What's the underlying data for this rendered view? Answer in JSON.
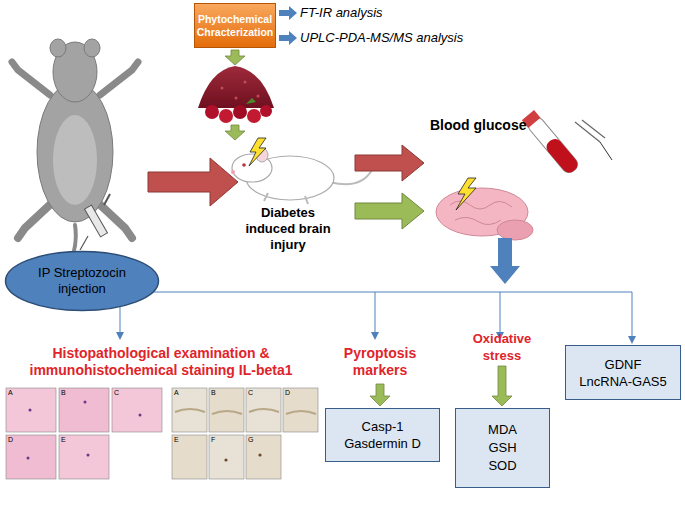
{
  "diagram": {
    "nodes": [
      {
        "text": [
          "Phytochemical Chracterization"
        ]
      },
      {
        "text": [
          "IP Streptozocin injection"
        ]
      },
      {
        "text": [
          "Casp-1",
          "Gasdermin D"
        ]
      },
      {
        "text": [
          "MDA",
          "GSH",
          "SOD"
        ]
      },
      {
        "text": [
          "GDNF",
          "LncRNA-GAS5"
        ]
      }
    ],
    "labels": [
      "FT-IR analysis",
      "UPLC-PDA-MS/MS analysis",
      "Diabetes induced brain injury",
      "Blood glucose",
      "Histopathological examination & immunohistochemical staining IL-beta1",
      "Pyroptosis markers",
      "Oxidative stress",
      "A",
      "B",
      "C",
      "D",
      "E",
      "A",
      "B",
      "C",
      "D",
      "E",
      "F",
      "G"
    ]
  }
}
